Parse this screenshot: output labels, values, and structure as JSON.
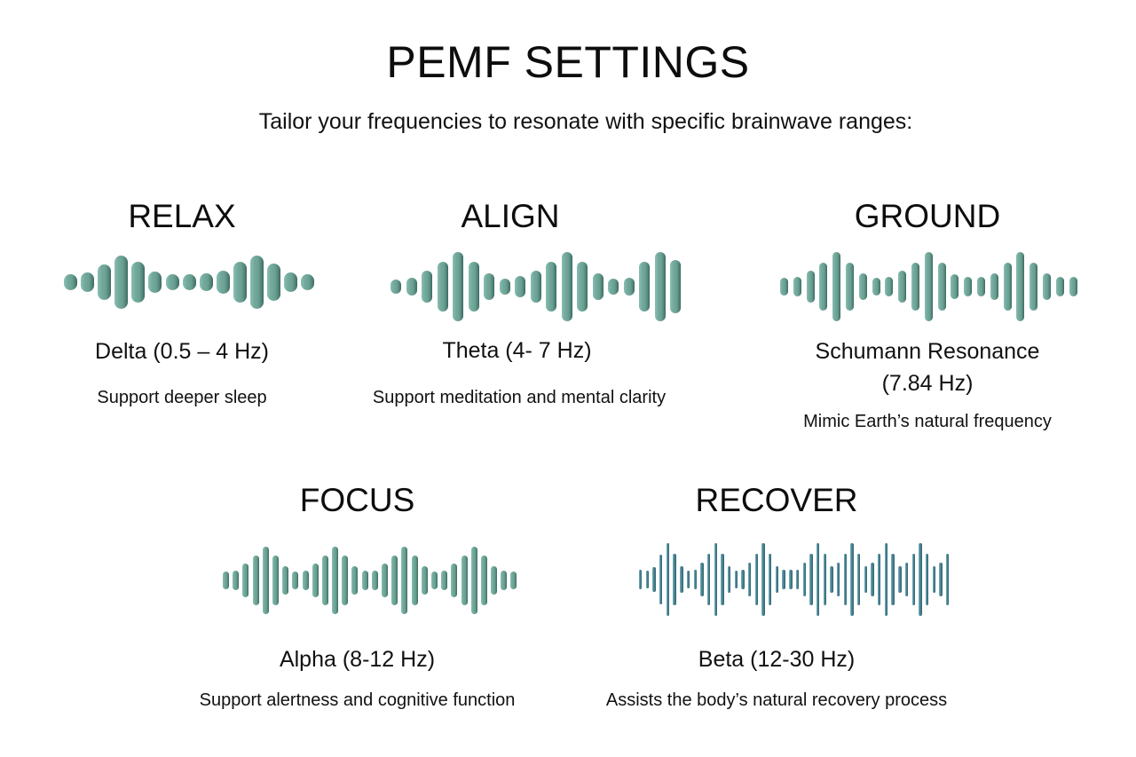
{
  "header": {
    "title": "PEMF SETTINGS",
    "subtitle": "Tailor your frequencies to resonate with specific brainwave ranges:"
  },
  "colors": {
    "wave_teal": "#6ba193",
    "wave_dark_teal": "#3d7582",
    "text": "#111111",
    "background": "#ffffff"
  },
  "modes": [
    {
      "name": "RELAX",
      "frequency": "Delta (0.5 – 4 Hz)",
      "description": "Support deeper sleep",
      "icon": "sound-wave-icon",
      "bar_heights": [
        18,
        22,
        40,
        60,
        46,
        24,
        18,
        18,
        20,
        26,
        46,
        60,
        42,
        22,
        18
      ]
    },
    {
      "name": "ALIGN",
      "frequency": "Theta (4- 7 Hz)",
      "description": "Support meditation and mental clarity",
      "icon": "sound-wave-icon",
      "bar_heights": [
        16,
        20,
        36,
        56,
        78,
        56,
        30,
        18,
        24,
        36,
        56,
        78,
        56,
        30,
        18,
        20,
        56,
        78,
        60
      ]
    },
    {
      "name": "GROUND",
      "frequency_line1": "Schumann Resonance",
      "frequency_line2": "(7.84 Hz)",
      "description": "Mimic Earth’s natural frequency",
      "icon": "sound-wave-icon",
      "bar_heights": [
        20,
        22,
        36,
        54,
        78,
        54,
        30,
        20,
        22,
        36,
        54,
        78,
        54,
        28,
        22,
        22,
        30,
        54,
        78,
        54,
        30,
        22,
        22
      ]
    },
    {
      "name": "FOCUS",
      "frequency": "Alpha (8-12 Hz)",
      "description": "Support alertness and cognitive function",
      "icon": "sound-wave-icon",
      "bar_heights": [
        20,
        22,
        38,
        56,
        76,
        56,
        32,
        20,
        22,
        38,
        56,
        76,
        56,
        32,
        22,
        22,
        38,
        56,
        76,
        56,
        32,
        20,
        22,
        38,
        56,
        76,
        56,
        32,
        22,
        20
      ]
    },
    {
      "name": "RECOVER",
      "frequency": "Beta (12-30 Hz)",
      "description": "Assists the body’s natural recovery process",
      "icon": "sound-wave-icon",
      "bar_heights": [
        22,
        20,
        28,
        56,
        82,
        58,
        30,
        20,
        22,
        38,
        58,
        82,
        58,
        30,
        20,
        22,
        38,
        58,
        82,
        58,
        30,
        22,
        22,
        22,
        38,
        58,
        82,
        58,
        30,
        38,
        58,
        82,
        58,
        30,
        38,
        58,
        82,
        58,
        30,
        38,
        58,
        82,
        58,
        30,
        38,
        58
      ]
    }
  ]
}
